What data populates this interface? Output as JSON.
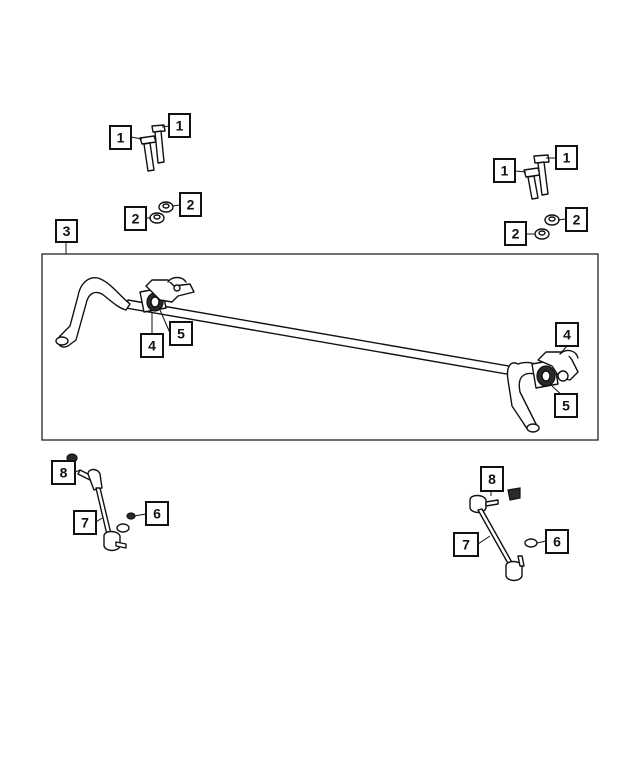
{
  "callouts": {
    "c1a": "1",
    "c1b": "1",
    "c1c": "1",
    "c1d": "1",
    "c2a": "2",
    "c2b": "2",
    "c2c": "2",
    "c2d": "2",
    "c3": "3",
    "c4a": "4",
    "c4b": "4",
    "c5a": "5",
    "c5b": "5",
    "c6a": "6",
    "c6b": "6",
    "c7a": "7",
    "c7b": "7",
    "c8a": "8",
    "c8b": "8"
  },
  "parts": {
    "1": "bolt",
    "2": "nut",
    "3": "stabilizer bar assembly",
    "4": "bushing clamp",
    "5": "bushing",
    "6": "nut",
    "7": "stabilizer link",
    "8": "cap"
  },
  "colors": {
    "line": "#111111",
    "background": "#ffffff"
  }
}
